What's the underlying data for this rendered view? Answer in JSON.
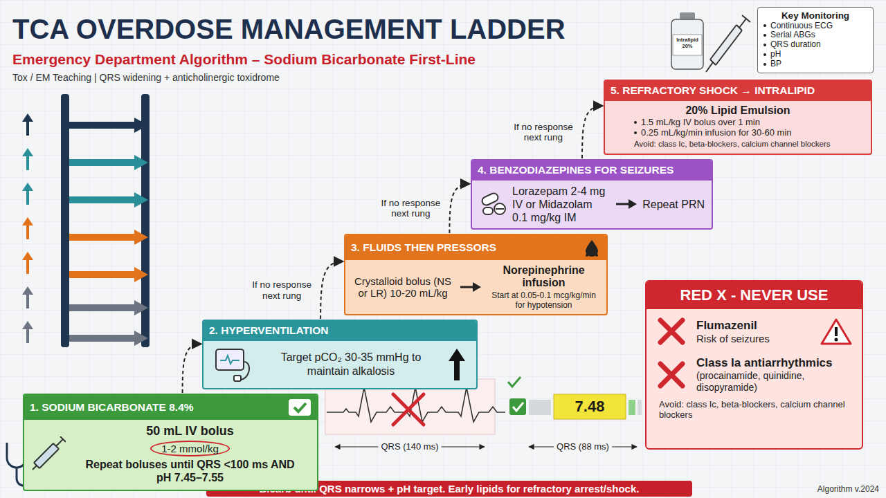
{
  "diagram": {
    "title": "TCA OVERDOSE MANAGEMENT LADDER",
    "caption": "Bicarb until QRS narrows + pH target. Early lipids for refractory arrest/shock.",
    "nodes": [
      {
        "text": [
          "1. SODIUM BICARBONATE 8.4%",
          "50 mL IV bolus",
          "1-2 mmol/kg",
          "Repeat boluses until QRS <100 ms AND pH 7.45–7.55"
        ]
      },
      {
        "text": [
          "2. HYPERVENTILATION",
          "Target pCO₂ 30-35 mmHg to maintain alkalosis"
        ]
      },
      {
        "text": [
          "3. FLUIDS THEN PRESSORS",
          "Crystalloid bolus (NS or LR) 10-20 mL/kg",
          "Norepinephrine infusion",
          "Start at 0.05-0.1 mcg/kg/min for hypotension"
        ]
      },
      {
        "text": [
          "4. BENZODIAZEPINES FOR SEIZURES",
          "Lorazepam 2-4 mg IV or Midazolam 0.1 mg/kg IM",
          "Repeat PRN"
        ]
      },
      {
        "text": [
          "5. REFRACTORY SHOCK → INTRALIPID",
          "20% Lipid Emulsion",
          "1.5 mL/kg IV bolus over 1 min",
          "0.25 mL/kg/min infusion for 30-60 min",
          "Avoid: class Ic, beta-blockers, calcium channel blockers"
        ]
      },
      {
        "text": [
          "Key Monitoring",
          "Continuous ECG",
          "Serial ABGs",
          "QRS duration",
          "pH",
          "BP"
        ]
      },
      {
        "text": [
          "RED X - NEVER USE",
          "Flumazenil",
          "Risk of seizures",
          "Class Ia antiarrhythmics",
          "(procainamide, quinidine, disopyramide)",
          "Avoid: class Ic, beta-blockers, calcium channel blockers"
        ]
      }
    ],
    "edges": [
      {
        "from": 0,
        "to": 1,
        "arrow": "to"
      },
      {
        "from": 1,
        "to": 2,
        "arrow": "to",
        "label": "If no response next rung"
      },
      {
        "from": 2,
        "to": 3,
        "arrow": "to",
        "label": "If no response next rung"
      },
      {
        "from": 3,
        "to": 4,
        "arrow": "to",
        "label": "If no response next rung"
      }
    ],
    "labels": [
      "Emergency Department Algorithm – Sodium Bicarbonate First-Line",
      "Tox / EM Teaching | QRS widening + anticholinergic toxidrome",
      "Intralipid 20%",
      "QRS (140 ms)",
      "QRS (88 ms)",
      "7.48",
      "Algorithm v.2024"
    ]
  }
}
